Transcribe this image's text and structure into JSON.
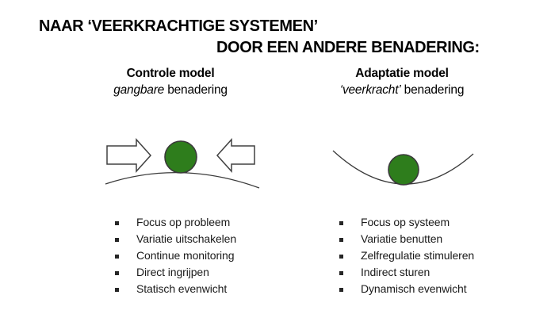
{
  "slide": {
    "title_line1": "NAAR ‘VEERKRACHTIGE SYSTEMEN’",
    "title_line2": "DOOR EEN ANDERE BENADERING:"
  },
  "columns": [
    {
      "heading": "Controle model",
      "subheading_italic": "gangbare",
      "subheading_rest": " benadering",
      "bullets": [
        "Focus op probleem",
        "Variatie uitschakelen",
        "Continue monitoring",
        "Direct ingrijpen",
        "Statisch evenwicht"
      ]
    },
    {
      "heading": "Adaptatie model",
      "subheading_italic": "‘veerkracht’",
      "subheading_rest": " benadering",
      "bullets": [
        "Focus op systeem",
        "Variatie benutten",
        "Zelfregulatie stimuleren",
        "Indirect sturen",
        "Dynamisch evenwicht"
      ]
    }
  ],
  "diagram": {
    "left_icon": "ball-on-hill-pushed-by-two-arrows",
    "right_icon": "ball-resting-in-valley",
    "ball_color": "#2e7d1c",
    "line_color": "#3a3a3a",
    "arrow_fill": "#ffffff",
    "arrow_outline": "#404040"
  }
}
